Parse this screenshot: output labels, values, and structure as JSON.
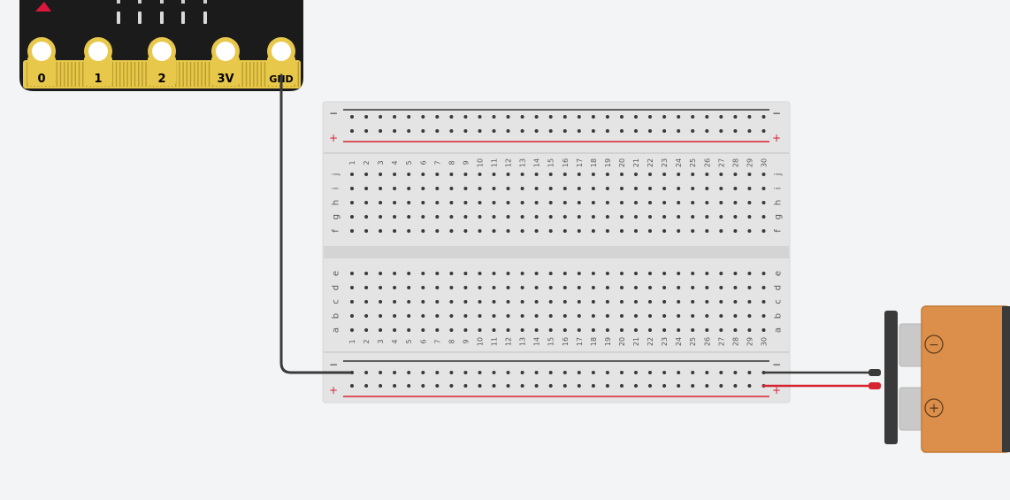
{
  "microbit": {
    "pins": [
      {
        "label": "0"
      },
      {
        "label": "1"
      },
      {
        "label": "2"
      },
      {
        "label": "3V"
      },
      {
        "label": "GND"
      }
    ],
    "colors": {
      "board": "#1b1b1b",
      "gold": "#e8c84a",
      "logo": "#d9183b"
    }
  },
  "breadboard": {
    "columns": 30,
    "top_rows": [
      "j",
      "i",
      "h",
      "g",
      "f"
    ],
    "bottom_rows": [
      "e",
      "d",
      "c",
      "b",
      "a"
    ],
    "rail_minus": "−",
    "rail_plus": "+",
    "colors": {
      "body": "#e4e4e4",
      "plus_rail": "#d6232f",
      "minus_rail": "#333333"
    }
  },
  "battery": {
    "minus_label": "−",
    "plus_label": "+",
    "colors": {
      "body": "#dc8f4a",
      "terminal": "#3a3a3a"
    }
  },
  "wires": [
    {
      "from": "microbit GND",
      "to": "breadboard negative rail",
      "color": "#3a3a3a"
    },
    {
      "from": "breadboard negative rail",
      "to": "battery −",
      "color": "#3a3a3a"
    },
    {
      "from": "breadboard positive rail",
      "to": "battery +",
      "color": "#d6232f"
    }
  ]
}
